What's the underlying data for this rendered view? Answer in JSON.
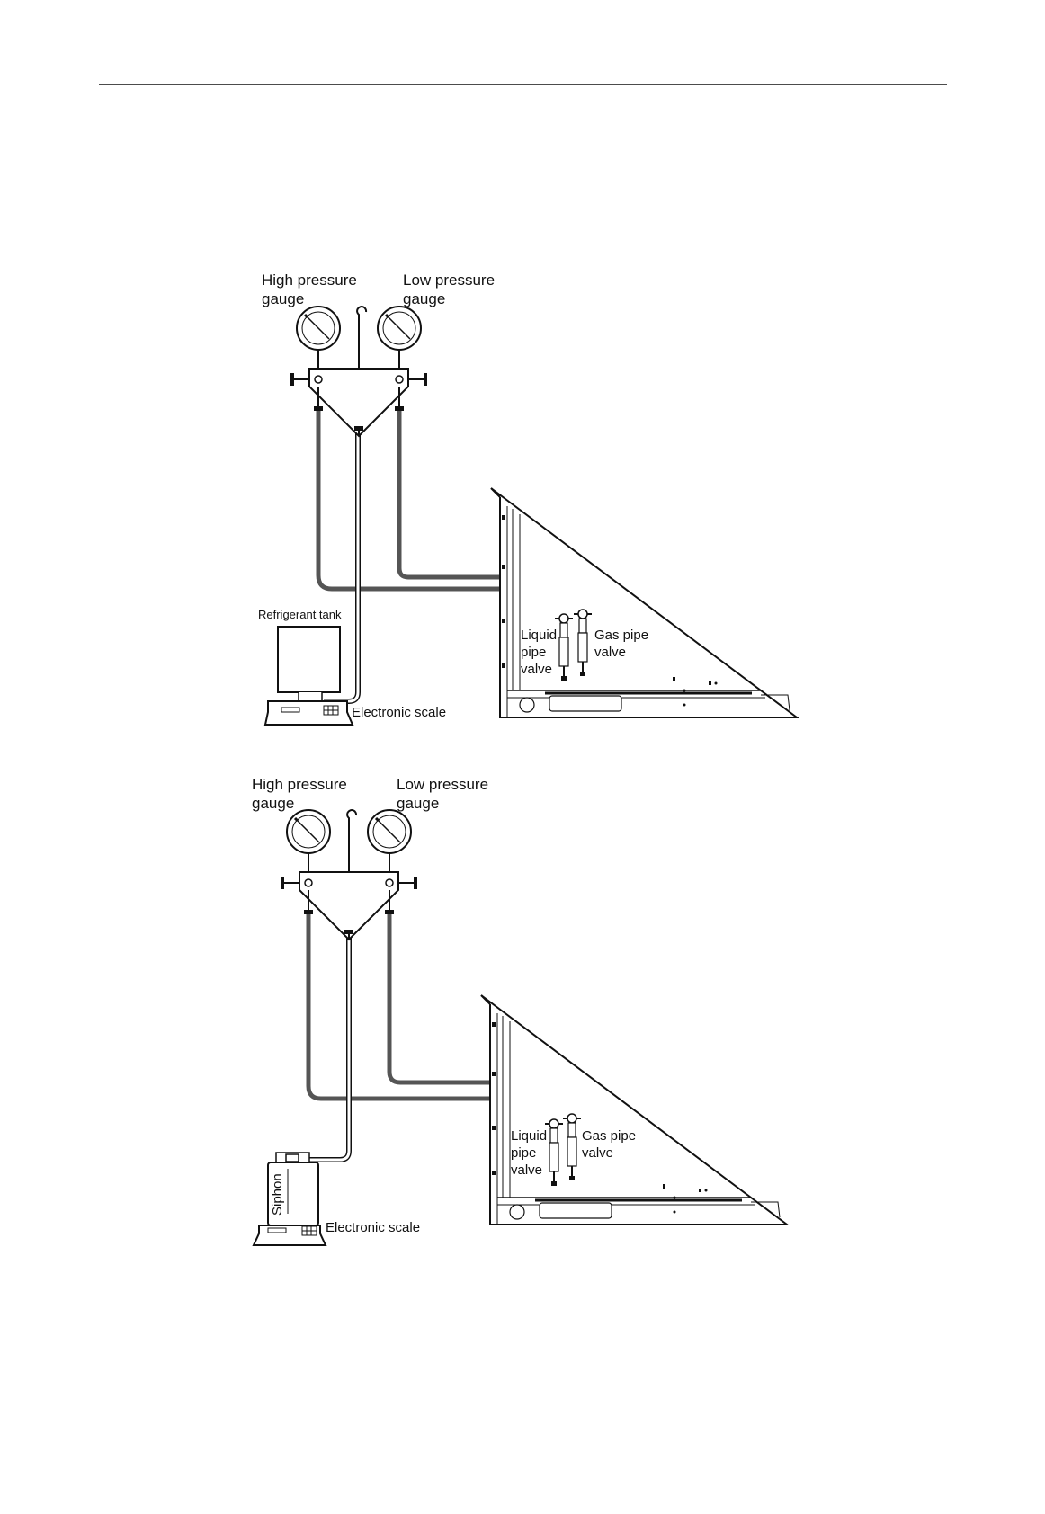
{
  "diagram_top": {
    "high_gauge_label": [
      "High pressure",
      "gauge"
    ],
    "low_gauge_label": [
      "Low pressure",
      "gauge"
    ],
    "tank_label": "Refrigerant tank",
    "scale_label": "Electronic scale",
    "liquid_valve_label": [
      "Liquid",
      "pipe",
      "valve"
    ],
    "gas_valve_label": [
      "Gas pipe",
      "valve"
    ]
  },
  "diagram_bottom": {
    "high_gauge_label": [
      "High pressure",
      "gauge"
    ],
    "low_gauge_label": [
      "Low pressure",
      "gauge"
    ],
    "tank_label": "Siphon",
    "scale_label": "Electronic scale",
    "liquid_valve_label": [
      "Liquid",
      "pipe",
      "valve"
    ],
    "gas_valve_label": [
      "Gas pipe",
      "valve"
    ]
  },
  "colors": {
    "line": "#111111",
    "hose": "#555555",
    "paper": "#ffffff"
  }
}
